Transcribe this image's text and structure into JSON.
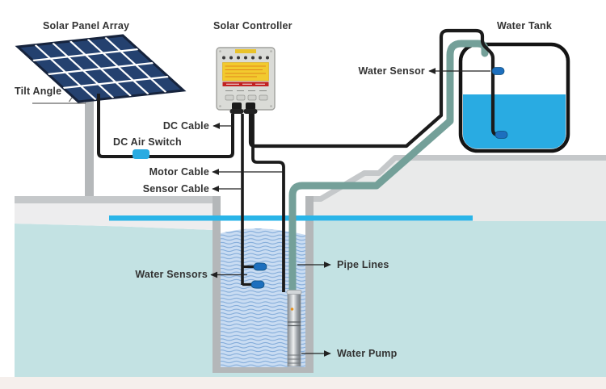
{
  "labels": {
    "solar_panel_array": "Solar Panel Array",
    "solar_controller": "Solar Controller",
    "water_tank": "Water Tank",
    "tilt_angle": "Tilt Angle",
    "dc_air_switch": "DC Air Switch",
    "dc_cable": "DC Cable",
    "motor_cable": "Motor Cable",
    "sensor_cable": "Sensor Cable",
    "water_sensors": "Water Sensors",
    "pipe_lines": "Pipe Lines",
    "water_pump": "Water Pump",
    "water_sensor": "Water Sensor"
  },
  "colors": {
    "panel_cell": "#24416f",
    "panel_border": "#16233c",
    "tank_water": "#29abe2",
    "water_level_line": "#2ab5e8",
    "pipe": "#74a099",
    "cable": "#1b1b1b",
    "underground": "#c3e2e3",
    "ground_gray": "#c5c8ca",
    "well_wall": "#b4b7b9",
    "well_water_base": "#c9dcf2",
    "well_wave_line": "#7fa9d8",
    "sensor_blue": "#1d6fbe",
    "switch_blue": "#29abe2",
    "controller_body": "#dadbd7",
    "controller_label_yellow": "#f2ca2e",
    "controller_stripe_red": "#c22222",
    "label_text": "#333333"
  }
}
